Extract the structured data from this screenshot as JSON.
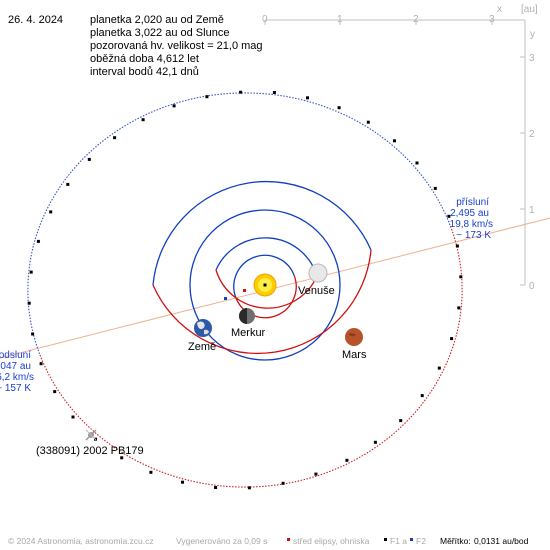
{
  "header": {
    "date": "26. 4. 2024",
    "lines": [
      "planetka 2,020 au od Země",
      "planetka 3,022 au od Slunce",
      "pozorovaná hv. velikost = 21,0 mag",
      "oběžná doba 4,612 let",
      "interval bodů 42,1 dnů"
    ]
  },
  "axes": {
    "x_label": "x",
    "unit_label": "[au]",
    "y_label": "y",
    "x_ticks": [
      "0",
      "1",
      "2",
      "3"
    ],
    "y_ticks": [
      "3",
      "2",
      "1",
      "0"
    ]
  },
  "perihelion": {
    "title": "přísluní",
    "distance": "2,495 au",
    "speed": "19,8 km/s",
    "temp": "~ 173 K"
  },
  "aphelion": {
    "title": "odsluní",
    "distance": ",047 au",
    "speed": "6,2 km/s",
    "temp": "~ 157 K"
  },
  "asteroid": {
    "label": "(338091) 2002 PB179"
  },
  "bodies": {
    "venus": "Venuše",
    "mercury": "Merkur",
    "earth": "Země",
    "mars": "Mars"
  },
  "footer": {
    "copyright": "© 2024 Astronomia, astronomia.zcu.cz",
    "generated": "Vygenerováno za 0,09 s",
    "legend_center": "střed elipsy, ohniska",
    "legend_f1": "F1 a",
    "legend_f2": "F2",
    "scale_label": "Měřítko:",
    "scale_value": "0,0131 au/bod"
  },
  "colors": {
    "blue_orbit": "#1040c0",
    "red_orbit": "#d01010",
    "asteroid_blue": "#3355cc",
    "asteroid_red": "#cc2222",
    "apsis_line": "#f0b090",
    "label_blue": "#1a40d0",
    "axis_gray": "#b0b0b0",
    "footer_gray": "#a8a8a8"
  }
}
